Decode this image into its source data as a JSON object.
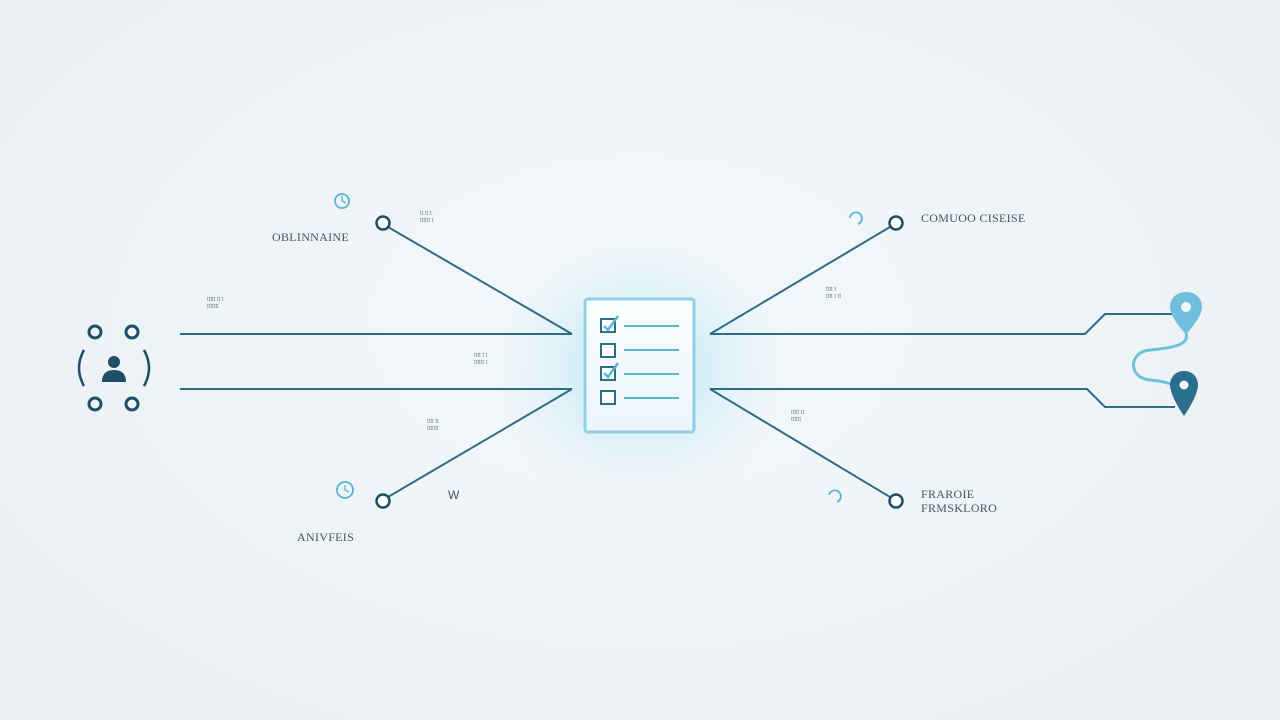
{
  "colors": {
    "line": "#2e6d88",
    "node": "#1d4f68",
    "accent": "#5ab5d4",
    "glow": "#bfe6f4",
    "pin_light": "#6fc0dc",
    "pin_dark": "#2a6d8c"
  },
  "hub": {
    "icon": "checklist-icon",
    "items": [
      true,
      false,
      true,
      false
    ]
  },
  "people_icon": "user-group-icon",
  "labels": {
    "top_left": "OBLINNAINE",
    "bottom_left": "ANIVFEIS",
    "top_right": "COMUOO CISEISE",
    "bottom_right_1": "FRAROIE",
    "bottom_right_2": "FRMSKLORO"
  },
  "small_text": {
    "top_left_note": [
      "tt tt t",
      "tttttt t"
    ],
    "upper_left_note": [
      "ttttt tt t",
      "ttttttt"
    ],
    "center_left_note": [
      "tttt t t",
      "tttttt t"
    ],
    "lower_left_note": [
      "tttt tt",
      "ttttttt"
    ],
    "bottom_left_mark": "W",
    "upper_right_note": [
      "tttt t",
      "tttt t tt"
    ],
    "lower_right_note": [
      "ttttt tt",
      "tttttt"
    ]
  },
  "location_icons": [
    "location-pin-icon",
    "location-pin-icon"
  ]
}
